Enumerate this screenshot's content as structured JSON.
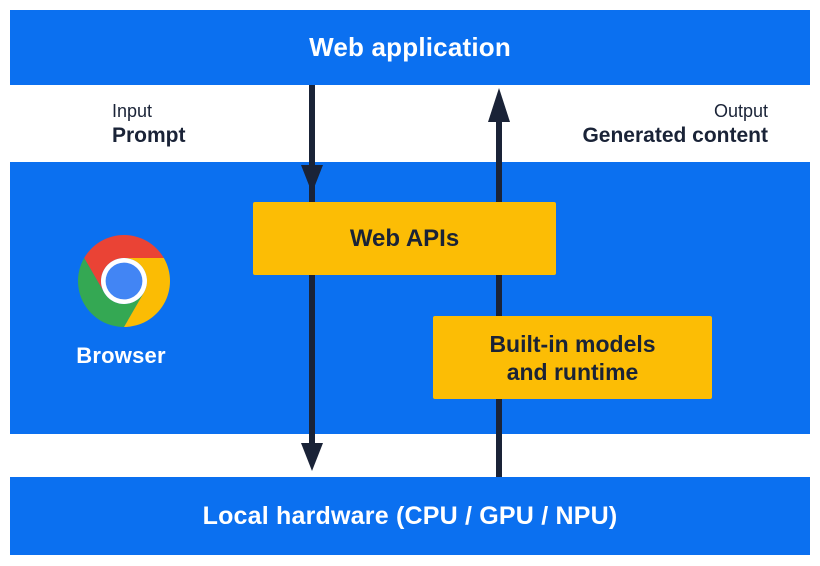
{
  "diagram": {
    "title": "Web application",
    "io": {
      "input_caption": "Input",
      "input_label": "Prompt",
      "output_caption": "Output",
      "output_label": "Generated content"
    },
    "browser": {
      "label": "Browser",
      "web_apis": "Web APIs",
      "builtin_models_line1": "Built-in models",
      "builtin_models_line2": "and runtime"
    },
    "hardware": "Local hardware (CPU / GPU / NPU)"
  },
  "icons": {
    "browser_logo": "chrome-logo"
  },
  "colors": {
    "band_blue": "#0b70f0",
    "box_yellow": "#fcbd05",
    "ink": "#1a2337",
    "text_light": "#ffffff",
    "page_bg": "#ffffff",
    "chrome_red": "#ea4335",
    "chrome_yellow": "#fbbc04",
    "chrome_green": "#34a853",
    "chrome_blue": "#4285f4"
  }
}
